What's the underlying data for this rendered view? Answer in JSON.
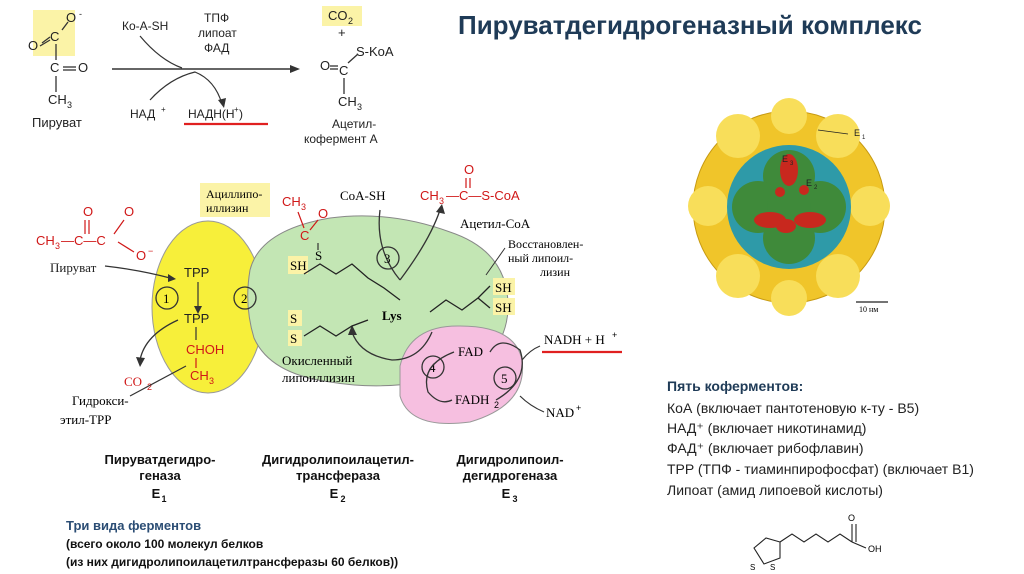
{
  "title": "Пируватдегидрогеназный комплекс",
  "top_reaction": {
    "pyruvate_label": "Пируват",
    "o_minus": "O",
    "c1": "C",
    "eq_o": "O",
    "c2": "C",
    "ch3": "CH",
    "coa_sh": "Ко-А-SH",
    "cofactors": [
      "ТПФ",
      "липоат",
      "ФАД"
    ],
    "nad": "НАД",
    "nadh": "НАДН(Н",
    "co2": "CO",
    "plus": "+",
    "s_koa": "S-KoA",
    "acetyl_label_1": "Ацетил-",
    "acetyl_label_2": "кофермент А"
  },
  "cycle": {
    "pyruvate": "Пируват",
    "ch3_c": "CH",
    "tpp_top": "TPP",
    "tpp_mid": "TPP",
    "chohn": "CHOH",
    "ch3_low": "CH",
    "co2": "CO",
    "hydroxy_1": "Гидрокси-",
    "hydroxy_2": "этил-TPP",
    "acyl_1": "Ациллипо-",
    "acyl_2": "иллизин",
    "coa_sh": "CoA-SH",
    "acetyl_coa_formula": "CH",
    "acetyl_coa_label": "Ацетил-CoA",
    "reduced_1": "Восстановлен-",
    "reduced_2": "ный липоил-",
    "reduced_3": "лизин",
    "sh": "SH",
    "s": "S",
    "lys": "Lys",
    "oxidized_1": "Окисленный",
    "oxidized_2": "липоиллизин",
    "fad": "FAD",
    "fadh": "FADH",
    "nadh_h": "NADH + H",
    "nad": "NAD",
    "steps": [
      "1",
      "2",
      "3",
      "4",
      "5"
    ]
  },
  "enzymes": [
    {
      "line1": "Пируватдегидро-",
      "line2": "геназа",
      "code": "E"
    },
    {
      "line1": "Дигидролипоилацетил-",
      "line2": "трансфераза",
      "code": "E"
    },
    {
      "line1": "Дигидролипоил-",
      "line2": "дегидрогеназа",
      "code": "E"
    }
  ],
  "micrograph": {
    "e1": "E",
    "e2": "E",
    "e3": "E",
    "scale": "10 нм"
  },
  "coenzymes": {
    "title": "Пять коферментов:",
    "lines": [
      "КоА (включает пантотеновую к-ту - В5)",
      "НАД⁺ (включает никотинамид)",
      "ФАД⁺ (включает рибофлавин)",
      "TPP (ТПФ - тиаминпирофосфат) (включает В1)",
      "Липоат (амид липоевой кислоты)"
    ]
  },
  "lipoate": {
    "o": "O",
    "oh": "OH",
    "s": "S"
  },
  "enzyme_types": {
    "title": "Три вида ферментов",
    "lines": [
      "(всего около 100 молекул белков",
      "(из них дигидролипоилацетилтрансферазы 60 белков))"
    ]
  },
  "colors": {
    "title": "#1f3b57",
    "e1": "#f7ef3a",
    "e2": "#c3e6b4",
    "e3": "#f6bfe0",
    "red": "#d01818",
    "highlight": "#fbf3a7",
    "underline": "#e02020"
  }
}
